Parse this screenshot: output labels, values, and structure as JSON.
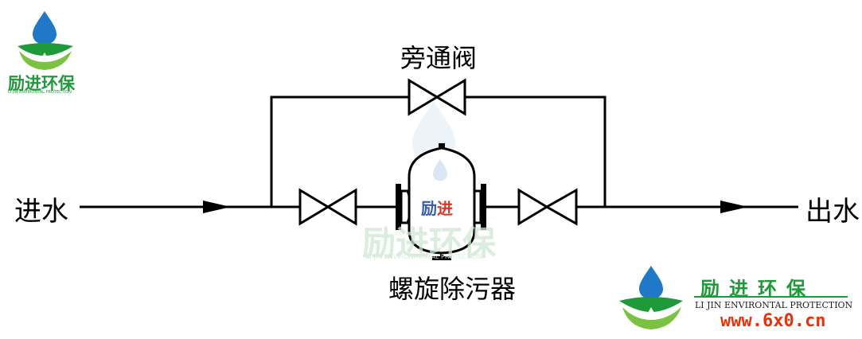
{
  "labels": {
    "inlet": "进水",
    "outlet": "出水",
    "bypass_valve": "旁通阀",
    "spiral_separator": "螺旋除污器"
  },
  "device_mark": {
    "part1": "励",
    "part2": "进"
  },
  "watermark": {
    "text": "励进环保",
    "subtext": "LI JIN ENVIRONMENTAL PROTECTION"
  },
  "logo_top_left": {
    "text": "励进环保",
    "subtext": "LI JIN ENVIRONTAL PROTECTION"
  },
  "logo_bottom_right": {
    "text": "励进环保",
    "subtext": "LI JIN ENVIRONTAL PROTECTION",
    "url": "www.6x0.cn"
  },
  "colors": {
    "line": "#000000",
    "brand_green": "#1f9a3a",
    "drop_blue": "#1f78c8",
    "url_red": "#e8320c"
  }
}
